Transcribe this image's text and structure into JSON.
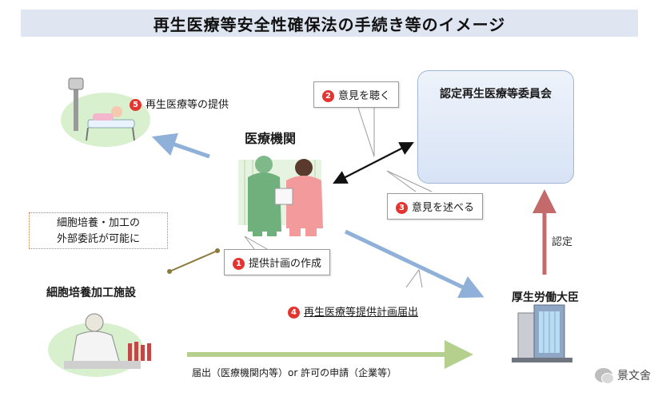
{
  "title": "再生医療等安全性確保法の手続き等のイメージ",
  "nodes": {
    "medical_institution": "医療機関",
    "committee": "認定再生医療等委員会",
    "cell_facility": "細胞培養加工施設",
    "minister": "厚生労働大臣"
  },
  "steps": {
    "s1": {
      "num": "1",
      "label": "提供計画の作成"
    },
    "s2": {
      "num": "2",
      "label": "意見を聴く"
    },
    "s3": {
      "num": "3",
      "label": "意見を述べる"
    },
    "s4": {
      "num": "4",
      "label": "再生医療等提供計画届出"
    },
    "s5": {
      "num": "5",
      "label": "再生医療等の提供"
    }
  },
  "outsourcing_note": {
    "line1": "細胞培養・加工の",
    "line2": "外部委託が可能に"
  },
  "approval_label": "認定",
  "bottom_flow": "届出（医療機関内等）or 許可の申請（企業等）",
  "watermark": "景文舍",
  "colors": {
    "title_bg": "#dfe6f1",
    "blue_arrow": "#8fb0d8",
    "red_arrow": "#c46a6a",
    "green_arrow": "#b5d08c",
    "connector": "#8a7a3c",
    "badge": "#e3342f"
  }
}
